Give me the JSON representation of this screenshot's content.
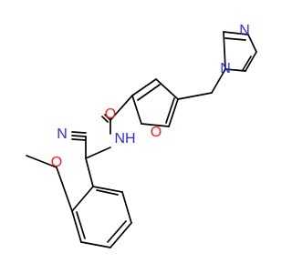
{
  "molecule": {
    "labels": {
      "imidazole_n_top": "N",
      "imidazole_n_bottom": "N",
      "carbonyl_oxygen": "O",
      "furan_oxygen": "O",
      "amide_nh": "NH",
      "nitrile_n": "N",
      "methoxy_oxygen": "O"
    },
    "colors": {
      "nitrogen": "#2b2bff",
      "oxygen": "#ff1f1f",
      "bond": "#000000"
    }
  }
}
